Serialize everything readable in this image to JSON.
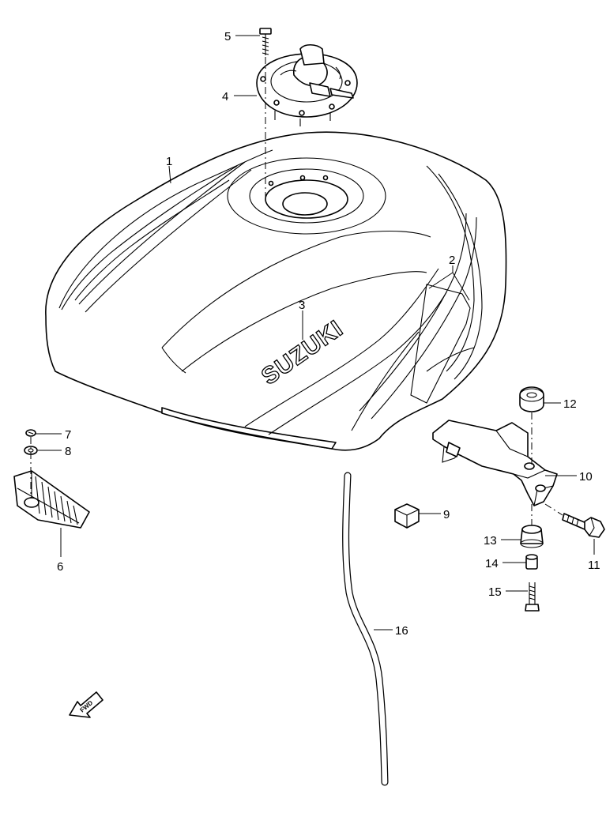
{
  "diagram": {
    "callouts": [
      "1",
      "2",
      "3",
      "4",
      "5",
      "6",
      "7",
      "8",
      "9",
      "10",
      "11",
      "12",
      "13",
      "14",
      "15",
      "16"
    ],
    "tank_logo_text": "SUZUKI",
    "direction_arrow_text": "FWD"
  }
}
